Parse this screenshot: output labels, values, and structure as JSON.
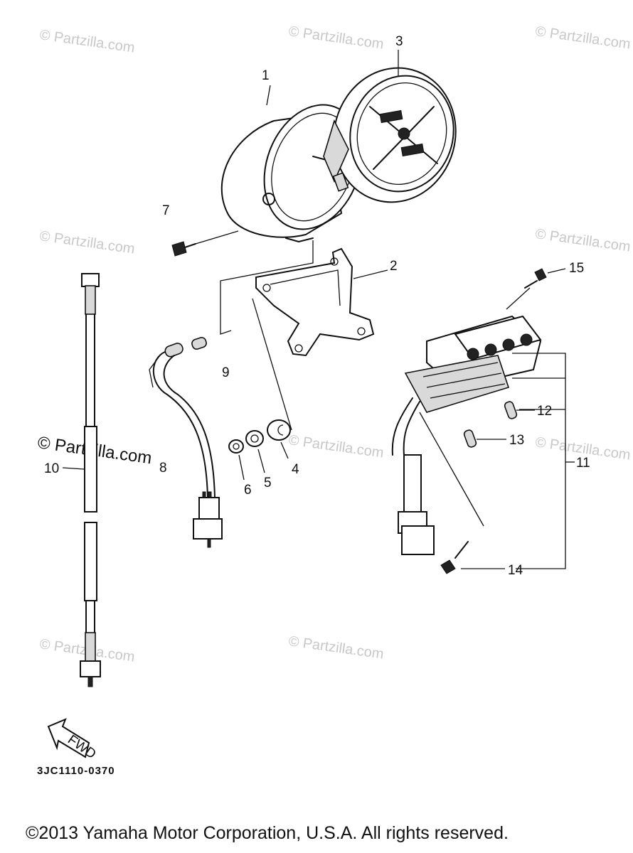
{
  "watermarks": [
    "© Partzilla.com",
    "© Partzilla.com",
    "© Partzilla.com",
    "© Partzilla.com",
    "© Partzilla.com",
    "© Partzilla.com",
    "© Partzilla.com",
    "© Partzilla.com",
    "© Partzilla.com"
  ],
  "watermark_featured": "© Partzilla.com",
  "part_labels": {
    "p1": "1",
    "p2": "2",
    "p3": "3",
    "p4": "4",
    "p5": "5",
    "p6": "6",
    "p7": "7",
    "p8": "8",
    "p9": "9",
    "p10": "10",
    "p11": "11",
    "p12": "12",
    "p13": "13",
    "p14": "14",
    "p15": "15"
  },
  "fwd_label": "FWD",
  "diagram_code": "3JC1110-0370",
  "copyright": "©2013 Yamaha Motor Corporation, U.S.A. All rights reserved."
}
